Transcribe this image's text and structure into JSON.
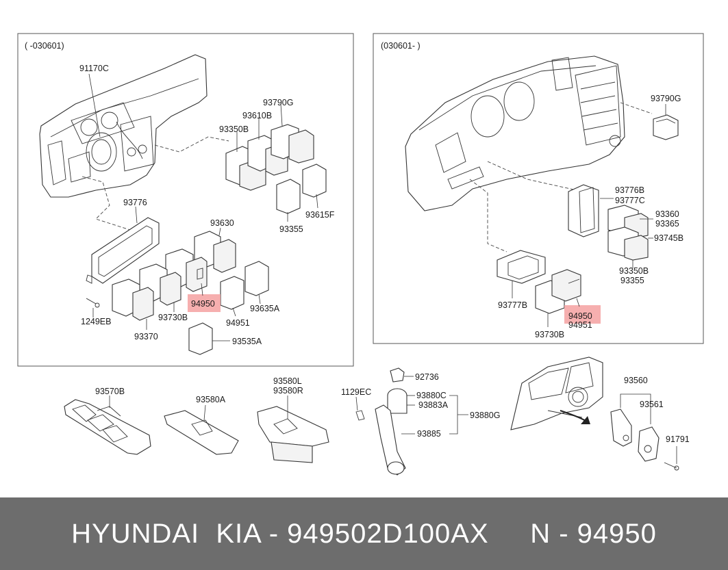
{
  "panels": {
    "left_title": "( -030601)",
    "right_title": "(030601- )"
  },
  "labels": {
    "p91170C": "91170C",
    "p93790G_l": "93790G",
    "p93610B": "93610B",
    "p93350B_l": "93350B",
    "p93776": "93776",
    "p93615F": "93615F",
    "p93355_l": "93355",
    "p93630": "93630",
    "p94950_l": "94950",
    "p93635A": "93635A",
    "p1249EB": "1249EB",
    "p93730B_l": "93730B",
    "p94951_l": "94951",
    "p93370": "93370",
    "p93535A": "93535A",
    "p93790G_r": "93790G",
    "p93776B": "93776B",
    "p93777C": "93777C",
    "p93360": "93360",
    "p93365": "93365",
    "p93745B": "93745B",
    "p93350B_r": "93350B",
    "p93355_r": "93355",
    "p93777B": "93777B",
    "p94950_r": "94950",
    "p94951_r": "94951",
    "p93730B_r": "93730B",
    "p93570B": "93570B",
    "p93580A": "93580A",
    "p93580L": "93580L",
    "p93580R": "93580R",
    "p92736": "92736",
    "p1129EC": "1129EC",
    "p93880C": "93880C",
    "p93883A": "93883A",
    "p93880G": "93880G",
    "p93885": "93885",
    "p93560": "93560",
    "p93561": "93561",
    "p91791": "91791"
  },
  "highlight_color": "#f4a1a1",
  "footer": {
    "text": "HYUNDAI  KIA - 949502D100AX     N - 94950"
  }
}
